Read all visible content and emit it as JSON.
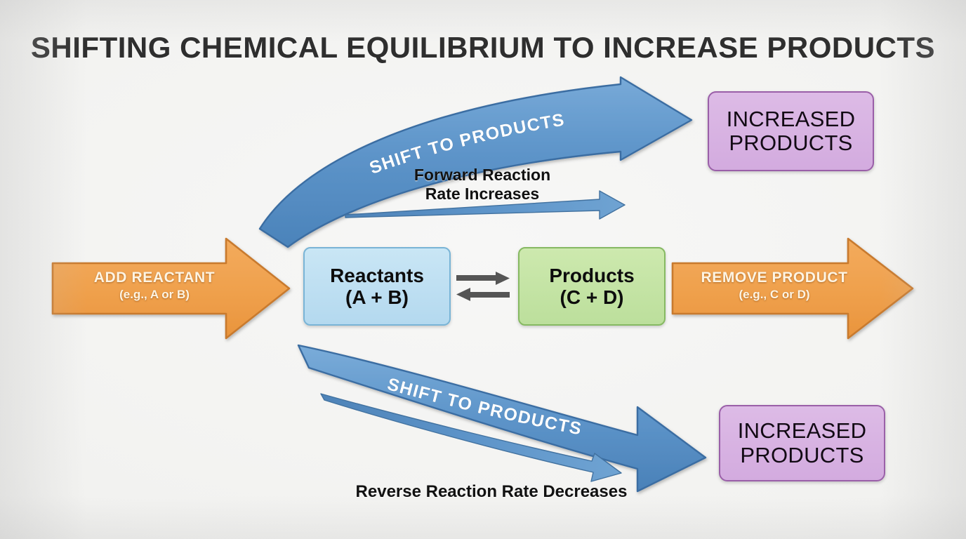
{
  "page": {
    "title": "SHIFTING CHEMICAL EQUILIBRIUM TO INCREASE PRODUCTS",
    "background_color": "#f2f2f0"
  },
  "colors": {
    "blue_arrow": "#5d94c9",
    "blue_arrow_dark": "#35699f",
    "orange_arrow": "#f0a04c",
    "orange_arrow_border": "#c87a2e",
    "reactants_box": "#bcdff0",
    "reactants_border": "#79b4d6",
    "products_box": "#c3e0a3",
    "products_border": "#86b962",
    "purple_box": "#d8b4e3",
    "purple_border": "#9a5fa8",
    "equilibrium_arrow": "#555555",
    "title_text": "#2e2e2e"
  },
  "center": {
    "reactants": {
      "line1": "Reactants",
      "line2": "(A + B)"
    },
    "products": {
      "line1": "Products",
      "line2": "(C + D)"
    },
    "equilibrium_symbol": "reversible-reaction-double-arrow"
  },
  "left_action": {
    "line1": "ADD REACTANT",
    "line2": "(e.g., A or B)"
  },
  "right_action": {
    "line1": "REMOVE PRODUCT",
    "line2": "(e.g., C or D)"
  },
  "top_path": {
    "curved_arrow_label": "SHIFT TO PRODUCTS",
    "rate_label_line1": "Forward Reaction",
    "rate_label_line2": "Rate Increases",
    "outcome_line1": "INCREASED",
    "outcome_line2": "PRODUCTS"
  },
  "bottom_path": {
    "curved_arrow_label": "SHIFT TO PRODUCTS",
    "rate_label": "Reverse Reaction Rate Decreases",
    "outcome_line1": "INCREASED",
    "outcome_line2": "PRODUCTS"
  }
}
